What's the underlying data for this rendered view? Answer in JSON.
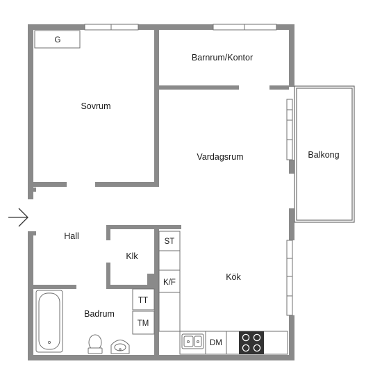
{
  "floor_plan": {
    "rooms": {
      "sovrum": "Sovrum",
      "barnrum_kontor": "Barnrum/Kontor",
      "vardagsrum": "Vardagsrum",
      "balkong": "Balkong",
      "hall": "Hall",
      "klk": "Klk",
      "kok": "Kök",
      "badrum": "Badrum"
    },
    "fixtures": {
      "garderob": "G",
      "stadskap": "ST",
      "kyl_frys": "K/F",
      "tvattmaskin": "TT",
      "torktumlare": "TM",
      "diskmaskin": "DM"
    },
    "colors": {
      "wall": "#8a8a8a",
      "line": "#6f6f6f",
      "background": "#ffffff",
      "text": "#1a1a1a"
    }
  }
}
